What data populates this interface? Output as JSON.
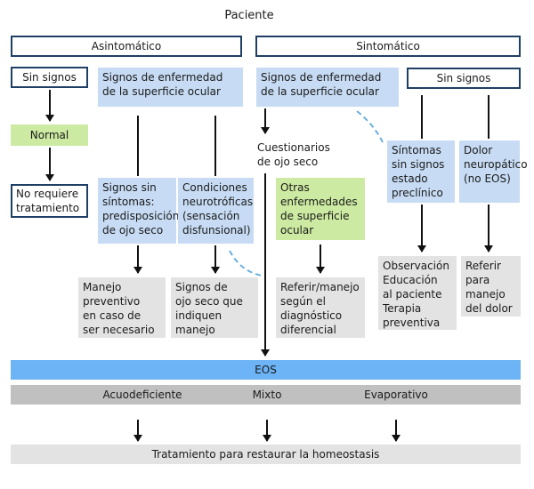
{
  "title": "Paciente",
  "left_branch": {
    "header": "Asintomático",
    "sin_signos": "Sin signos",
    "normal": "Normal",
    "no_requiere": "No requiere\ntratamiento",
    "signos_superficie": "Signos de enfermedad\nde la superficie ocular",
    "signos_sin_sintomas": "Signos sin\nsíntomas:\npredisposición\nde ojo seco",
    "condiciones": "Condiciones\nneurotróficas\n(sensación\ndisfunsional)",
    "manejo_preventivo": "Manejo\npreventivo\nen caso de\nser necesario",
    "signos_ojo_seco": "Signos de\nojo seco que\nindiquen\nmanejo"
  },
  "right_branch": {
    "header": "Sintomático",
    "signos_superficie": "Signos de enfermedad\nde la superficie ocular",
    "sin_signos": "Sin signos",
    "cuestionarios": "Cuestionarios\nde ojo seco",
    "otras": "Otras\nenfermedades\nde superficie\nocular",
    "sintomas_preclinico": "Síntomas\nsin signos\nestado\npreclínico",
    "dolor": "Dolor\nneuropático\n(no EOS)",
    "referir_manejo": "Referir/manejo\nsegún el\ndiagnóstico\ndiferencial",
    "observacion": "Observación\nEducación\nal paciente\nTerapia\npreventiva",
    "referir_dolor": "Referir\npara\nmanejo\ndel dolor"
  },
  "eos": "EOS",
  "subtypes": [
    "Acuodeficiente",
    "Mixto",
    "Evaporativo"
  ],
  "treatment": "Tratamiento para restaurar la homeostasis",
  "colors": {
    "outline": "#1f3f66",
    "blue_box": "#c7dcf4",
    "green_box": "#cdeaa2",
    "gray_box": "#e3e3e3",
    "eos_bar": "#6cb4f5",
    "subtype_bar": "#c0c0c0",
    "dashed_line": "#6ab0e0"
  }
}
